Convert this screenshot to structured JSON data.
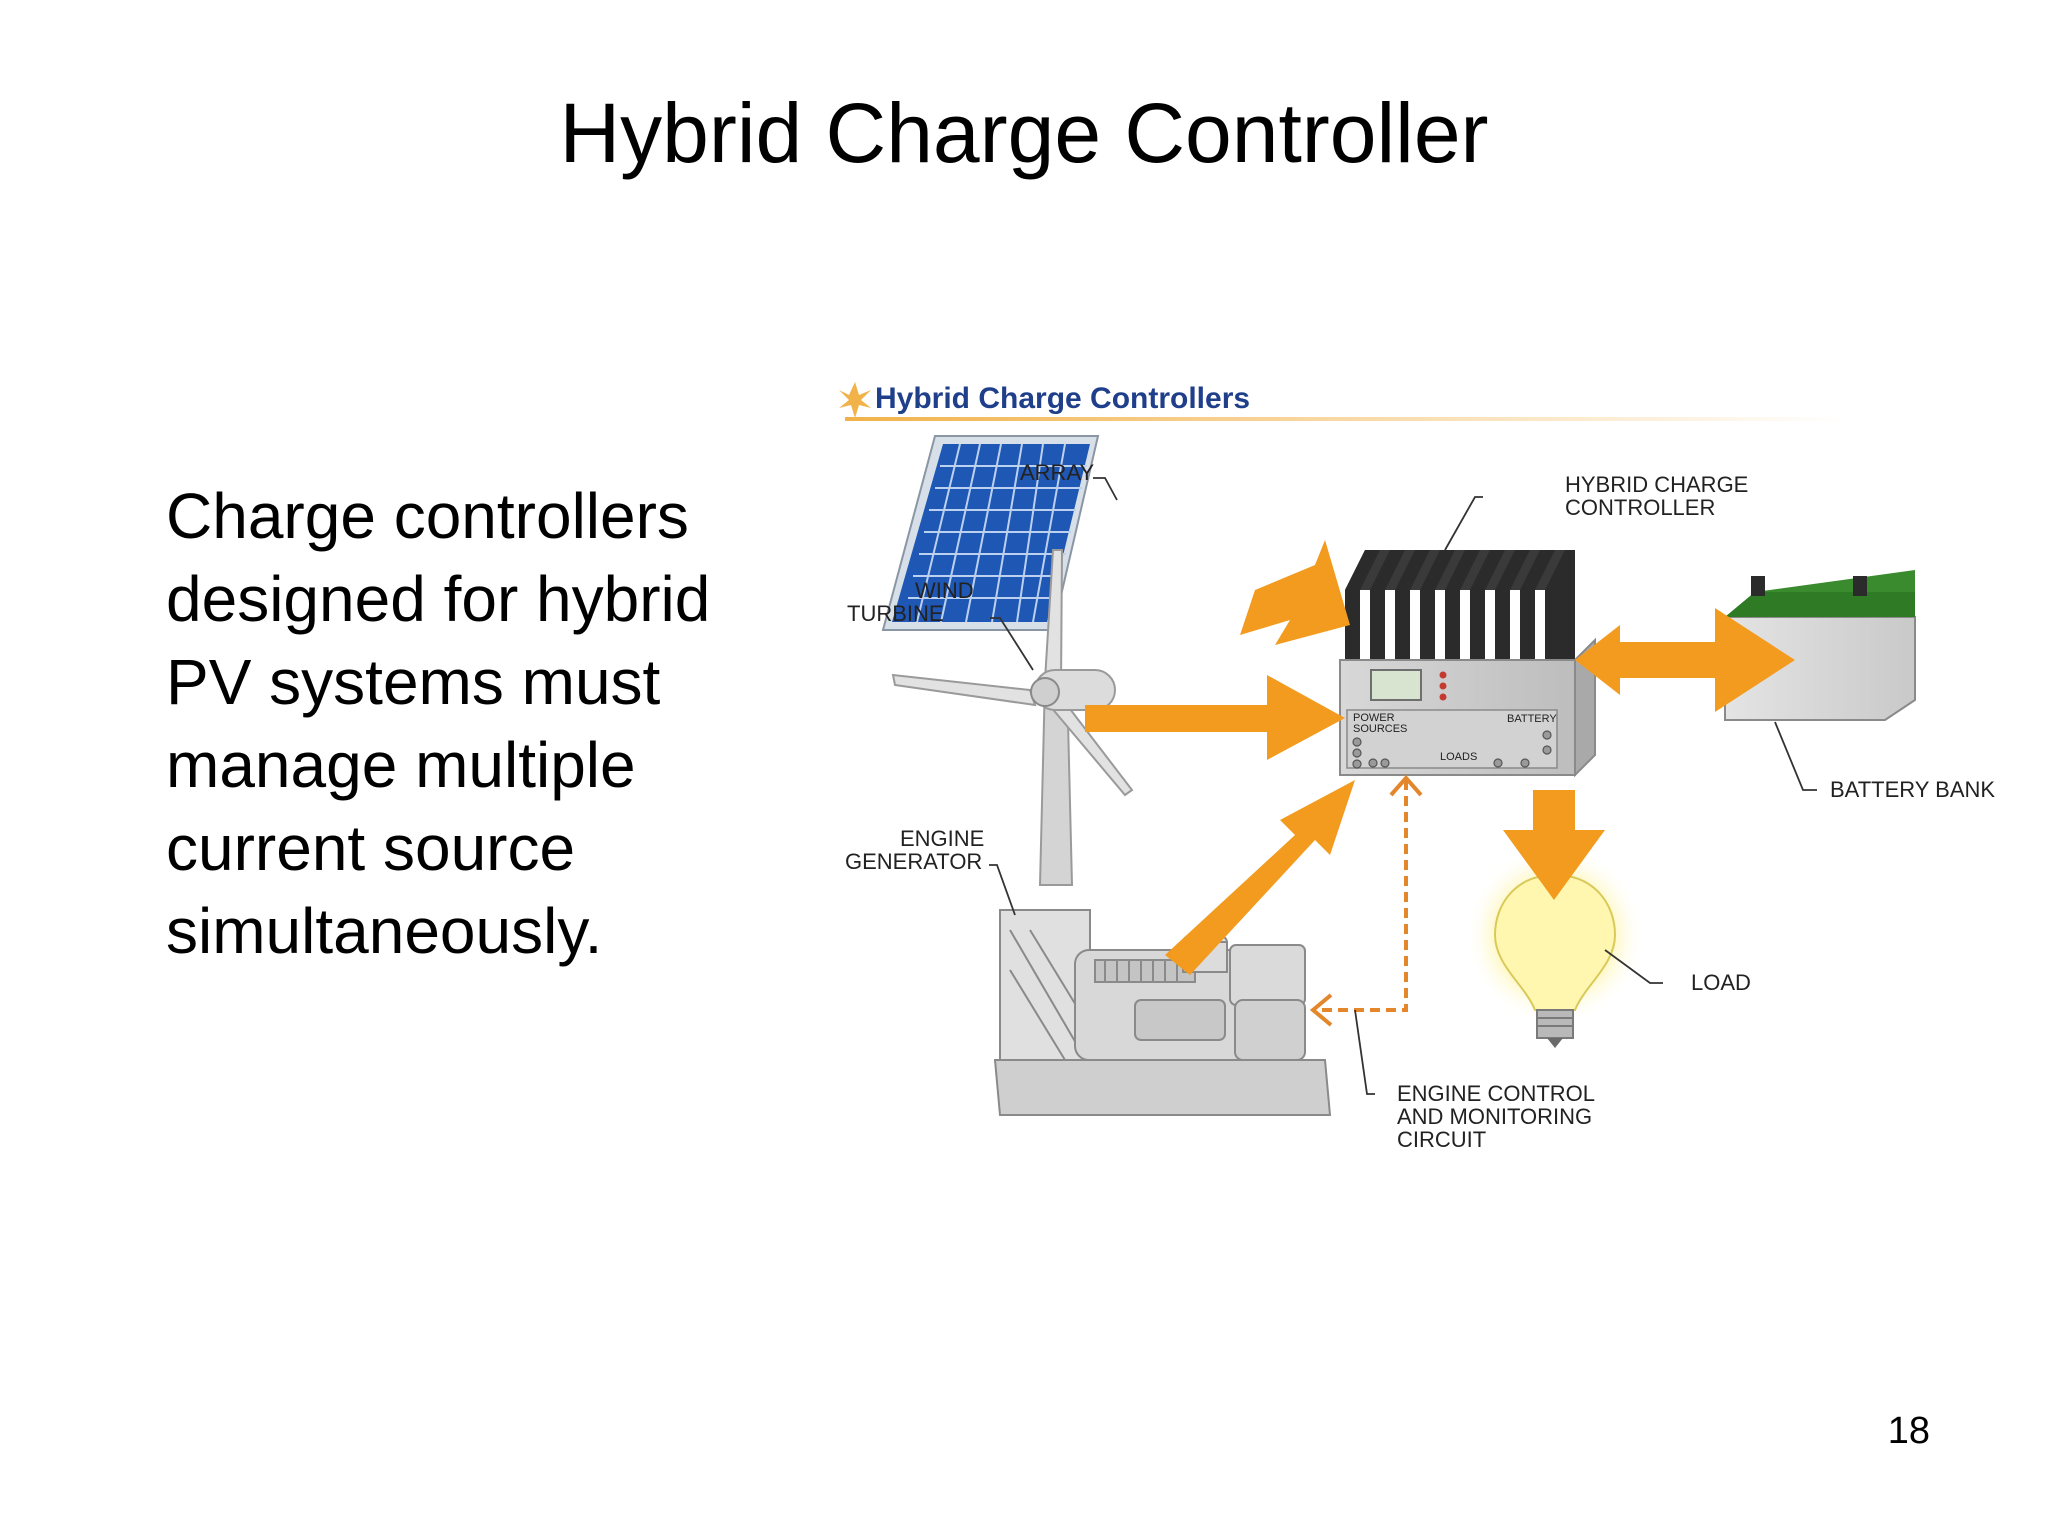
{
  "slide": {
    "title": "Hybrid Charge Controller",
    "body_lines": [
      "Charge controllers",
      "designed for hybrid",
      "PV systems must",
      "manage multiple",
      "current source",
      "simultaneously."
    ],
    "page_number": "18"
  },
  "figure": {
    "title": "Hybrid Charge Controllers",
    "labels": {
      "array": "ARRAY",
      "wind_turbine_1": "WIND",
      "wind_turbine_2": "TURBINE",
      "engine_generator_1": "ENGINE",
      "engine_generator_2": "GENERATOR",
      "hybrid_charge_controller_1": "HYBRID CHARGE",
      "hybrid_charge_controller_2": "CONTROLLER",
      "battery_bank": "BATTERY BANK",
      "load": "LOAD",
      "engine_control_1": "ENGINE CONTROL",
      "engine_control_2": "AND MONITORING",
      "engine_control_3": "CIRCUIT"
    },
    "panel_labels": {
      "power_sources_1": "POWER",
      "power_sources_2": "SOURCES",
      "battery": "BATTERY",
      "loads": "LOADS"
    },
    "colors": {
      "arrow": "#f29b1f",
      "title_blue": "#1f3f8a",
      "solar_blue": "#1f57b5",
      "battery_green": "#3a8a2e",
      "heatsink": "#2b2b2b"
    }
  }
}
